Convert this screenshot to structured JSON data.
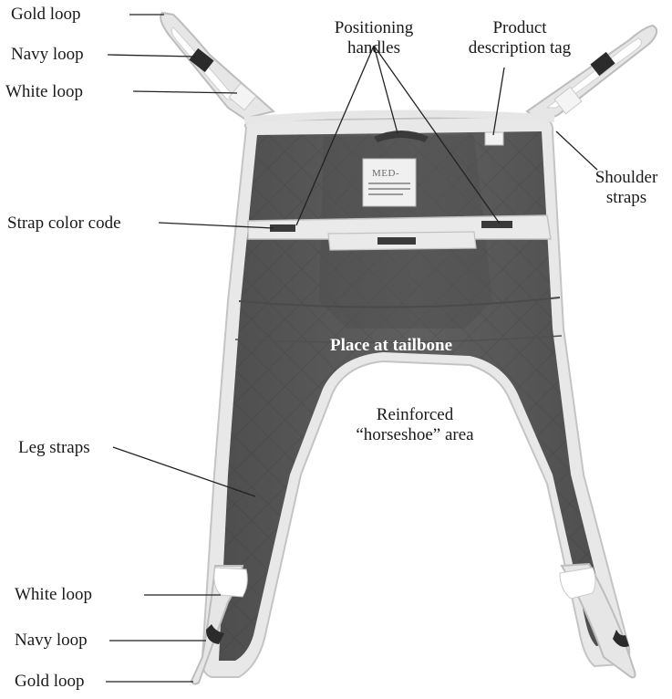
{
  "labels": {
    "gold_loop_top": "Gold loop",
    "navy_loop_top": "Navy loop",
    "white_loop_top": "White loop",
    "positioning_handles_l1": "Positioning",
    "positioning_handles_l2": "handles",
    "product_tag_l1": "Product",
    "product_tag_l2": "description tag",
    "shoulder_straps_l1": "Shoulder",
    "shoulder_straps_l2": "straps",
    "strap_color_code": "Strap color code",
    "place_at_tailbone": "Place at tailbone",
    "reinforced_l1": "Reinforced",
    "reinforced_l2": "“horseshoe” area",
    "leg_straps": "Leg straps",
    "white_loop_bottom": "White loop",
    "navy_loop_bottom": "Navy loop",
    "gold_loop_bottom": "Gold loop"
  },
  "brand_tag": "MED-",
  "colors": {
    "fabric": "#5f5f5f",
    "fabric_dark": "#4d4d4d",
    "webbing": "#e6e6e6",
    "navy_band": "#2b2b2b",
    "leader_line": "#222222"
  }
}
